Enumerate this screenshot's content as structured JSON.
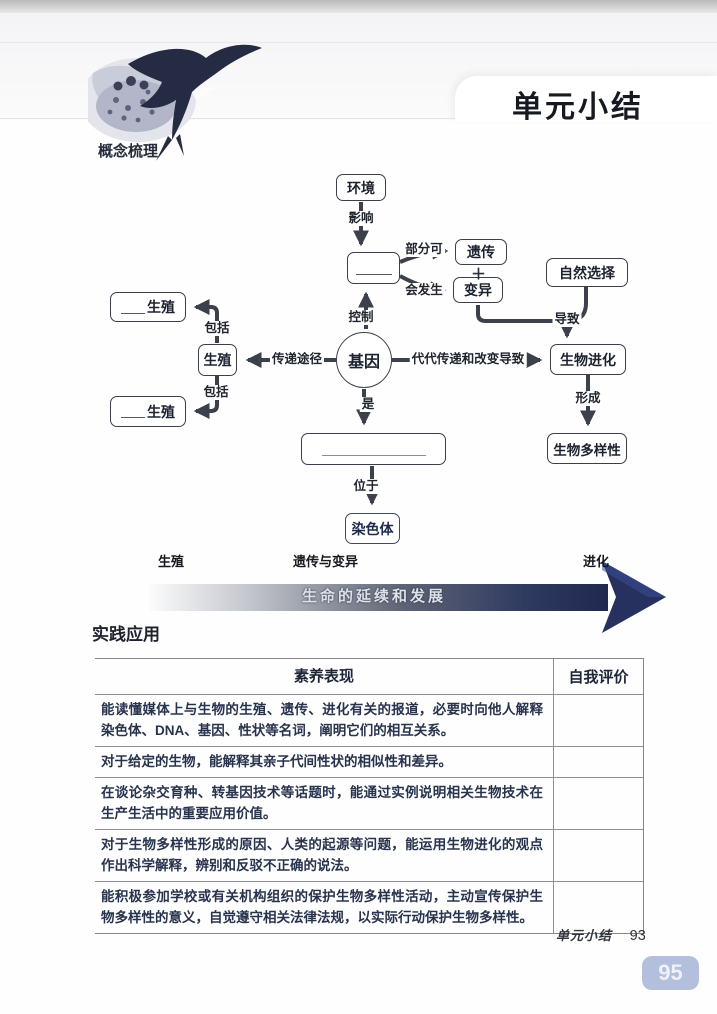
{
  "page": {
    "title": "单元小结",
    "section_concept": "概念梳理",
    "section_practice": "实践应用"
  },
  "concept_map": {
    "nodes": {
      "environment": "环境",
      "organism_blank": "",
      "heredity": "遗传",
      "variation": "变异",
      "natural_selection": "自然选择",
      "reproduction": "生殖",
      "reproduction_blank_top": "生殖",
      "reproduction_blank_bottom": "生殖",
      "gene": "基因",
      "evolution": "生物进化",
      "biodiversity": "生物多样性",
      "dna_blank": "",
      "chromosome": "染色体"
    },
    "edge_labels": {
      "influence": "影响",
      "partly_can": "部分可",
      "will_occur": "会发生",
      "control": "控制",
      "plus": "＋",
      "lead_to": "导致",
      "transmission_path": "传递途径",
      "generational_change": "代代传递和改变导致",
      "include_top": "包括",
      "include_bottom": "包括",
      "form": "形成",
      "is": "是",
      "located_at": "位于"
    }
  },
  "banner": {
    "axis_left": "生殖",
    "axis_center": "遗传与变异",
    "axis_right": "进化",
    "arrow_text": "生命的延续和发展"
  },
  "table": {
    "headers": [
      "素养表现",
      "自我评价"
    ],
    "rows": [
      {
        "text": "能读懂媒体上与生物的生殖、遗传、进化有关的报道，必要时向他人解释染色体、DNA、基因、性状等名词，阐明它们的相互关系。",
        "self_eval": ""
      },
      {
        "text": "对于给定的生物，能解释其亲子代间性状的相似性和差异。",
        "self_eval": ""
      },
      {
        "text": "在谈论杂交育种、转基因技术等话题时，能通过实例说明相关生物技术在生产生活中的重要应用价值。",
        "self_eval": ""
      },
      {
        "text": "对于生物多样性形成的原因、人类的起源等问题，能运用生物进化的观点作出科学解释，辨别和反驳不正确的说法。",
        "self_eval": ""
      },
      {
        "text": "能积极参加学校或有关机构组织的保护生物多样性活动，主动宣传保护生物多样性的意义，自觉遵守相关法律法规，以实际行动保护生物多样性。",
        "self_eval": ""
      }
    ]
  },
  "footer": {
    "label": "单元小结",
    "page_number": "93",
    "corner_page_number": "95"
  },
  "colors": {
    "wire": "#3b404a",
    "arrow_bar_dark": "#1f2950",
    "arrow_head": "#26315f",
    "badge_blue": "#b4bedd"
  }
}
